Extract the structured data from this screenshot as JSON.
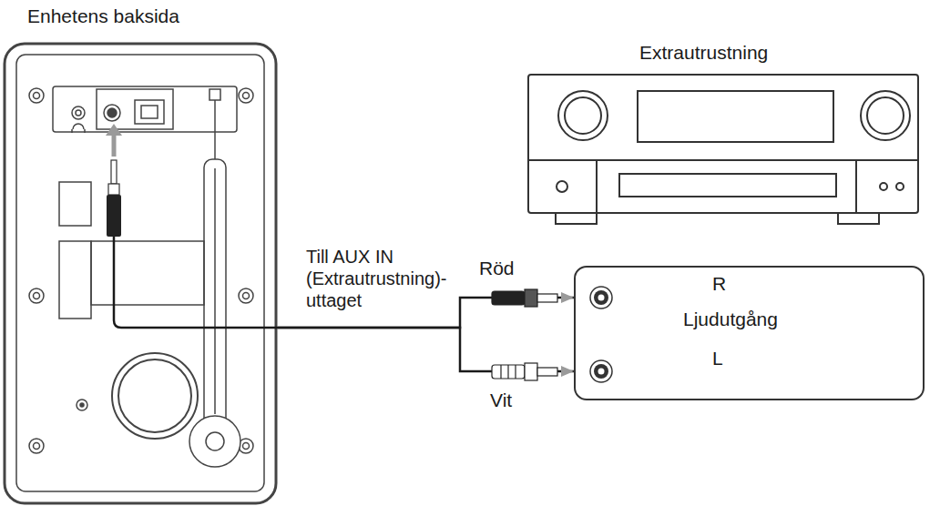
{
  "diagram": {
    "nodes": [
      {
        "text": [
          "Enhetens baksida"
        ]
      },
      {
        "text": [
          "Extrautrustning"
        ]
      },
      {
        "text": [
          "R",
          "Ljudutgång",
          "L"
        ]
      }
    ],
    "edges": [
      {
        "from": 0,
        "to": 2,
        "arrow": "to",
        "label": "Till AUX IN (Extrautrustning)- uttaget"
      }
    ],
    "labels": [
      "Röd",
      "Vit"
    ]
  }
}
